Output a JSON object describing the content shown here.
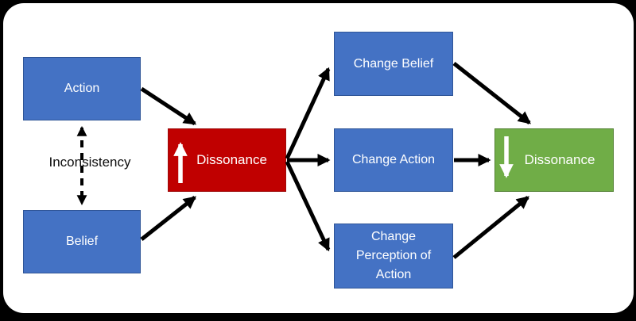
{
  "nodes": {
    "action": "Action",
    "belief": "Belief",
    "dissonance_increase": "Dissonance",
    "change_belief": "Change Belief",
    "change_action": "Change Action",
    "change_perception": "Change Perception of Action",
    "dissonance_decrease": "Dissonance"
  },
  "labels": {
    "inconsistency": "Inconsistency"
  },
  "icons": {
    "dissonance_increase": "up-arrow",
    "dissonance_decrease": "down-arrow"
  },
  "edges": [
    {
      "from": "action",
      "to": "dissonance_increase",
      "style": "solid"
    },
    {
      "from": "belief",
      "to": "dissonance_increase",
      "style": "solid"
    },
    {
      "from": "action",
      "to": "belief",
      "style": "dashed-double",
      "label": "Inconsistency"
    },
    {
      "from": "dissonance_increase",
      "to": "change_belief",
      "style": "solid"
    },
    {
      "from": "dissonance_increase",
      "to": "change_action",
      "style": "solid"
    },
    {
      "from": "dissonance_increase",
      "to": "change_perception",
      "style": "solid"
    },
    {
      "from": "change_belief",
      "to": "dissonance_decrease",
      "style": "solid"
    },
    {
      "from": "change_action",
      "to": "dissonance_decrease",
      "style": "solid"
    },
    {
      "from": "change_perception",
      "to": "dissonance_decrease",
      "style": "solid"
    }
  ],
  "colors": {
    "background": "#000000",
    "canvas": "#ffffff",
    "node_blue": "#4472c4",
    "node_blue_border": "#2f5597",
    "node_red": "#c00000",
    "node_red_border": "#9e0b0b",
    "node_green": "#70ad47",
    "node_green_border": "#548235",
    "arrow": "#000000",
    "icon_arrow": "#ffffff",
    "text_light": "#ffffff",
    "text_dark": "#0d0d0d"
  }
}
